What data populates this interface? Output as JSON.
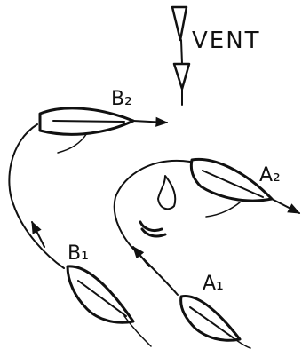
{
  "wind": {
    "label": "VENT"
  },
  "boats": [
    {
      "id": "B2",
      "label": "B₂"
    },
    {
      "id": "B1",
      "label": "B₁"
    },
    {
      "id": "A2",
      "label": "A₂"
    },
    {
      "id": "A1",
      "label": "A₁"
    }
  ]
}
